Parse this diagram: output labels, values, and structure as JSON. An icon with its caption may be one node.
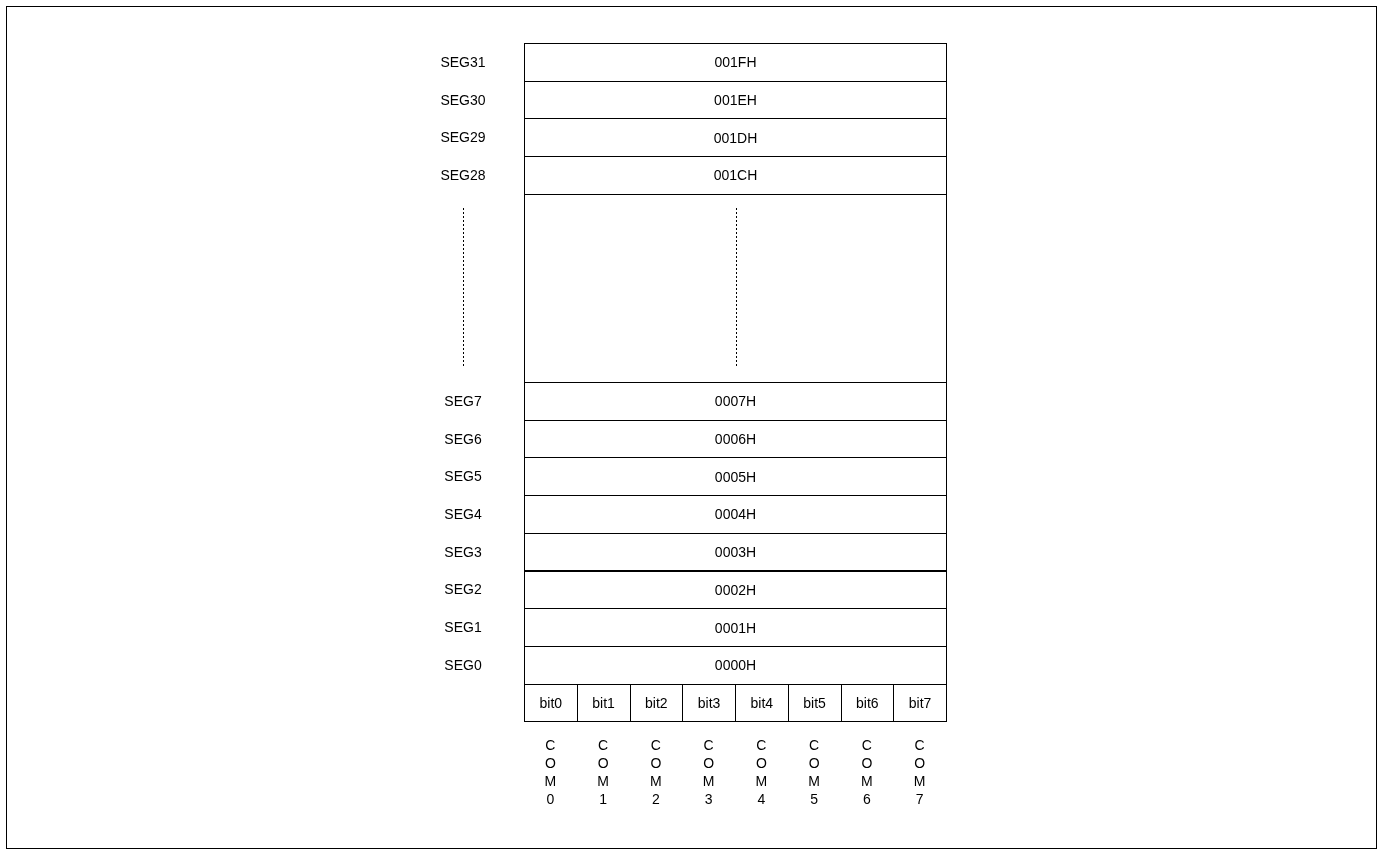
{
  "diagram": {
    "nodes": [
      {
        "text": [
          "001FH"
        ]
      },
      {
        "text": [
          "001EH"
        ]
      },
      {
        "text": [
          "001DH"
        ]
      },
      {
        "text": [
          "001CH"
        ]
      },
      {
        "text": [],
        "shape": "box"
      },
      {
        "text": [
          "0007H"
        ]
      },
      {
        "text": [
          "0006H"
        ]
      },
      {
        "text": [
          "0005H"
        ]
      },
      {
        "text": [
          "0004H"
        ]
      },
      {
        "text": [
          "0003H"
        ]
      },
      {
        "text": [
          "0002H"
        ]
      },
      {
        "text": [
          "0001H"
        ]
      },
      {
        "text": [
          "0000H"
        ]
      },
      {
        "text": [
          "bit0"
        ]
      },
      {
        "text": [
          "bit1"
        ]
      },
      {
        "text": [
          "bit2"
        ]
      },
      {
        "text": [
          "bit3"
        ]
      },
      {
        "text": [
          "bit4"
        ]
      },
      {
        "text": [
          "bit5"
        ]
      },
      {
        "text": [
          "bit6"
        ]
      },
      {
        "text": [
          "bit7"
        ]
      }
    ],
    "edges": [],
    "labels": [
      "SEG31",
      "SEG30",
      "SEG29",
      "SEG28",
      "SEG7",
      "SEG6",
      "SEG5",
      "SEG4",
      "SEG3",
      "SEG2",
      "SEG1",
      "SEG0",
      "COM0",
      "COM1",
      "COM2",
      "COM3",
      "COM4",
      "COM5",
      "COM6",
      "COM7"
    ]
  }
}
